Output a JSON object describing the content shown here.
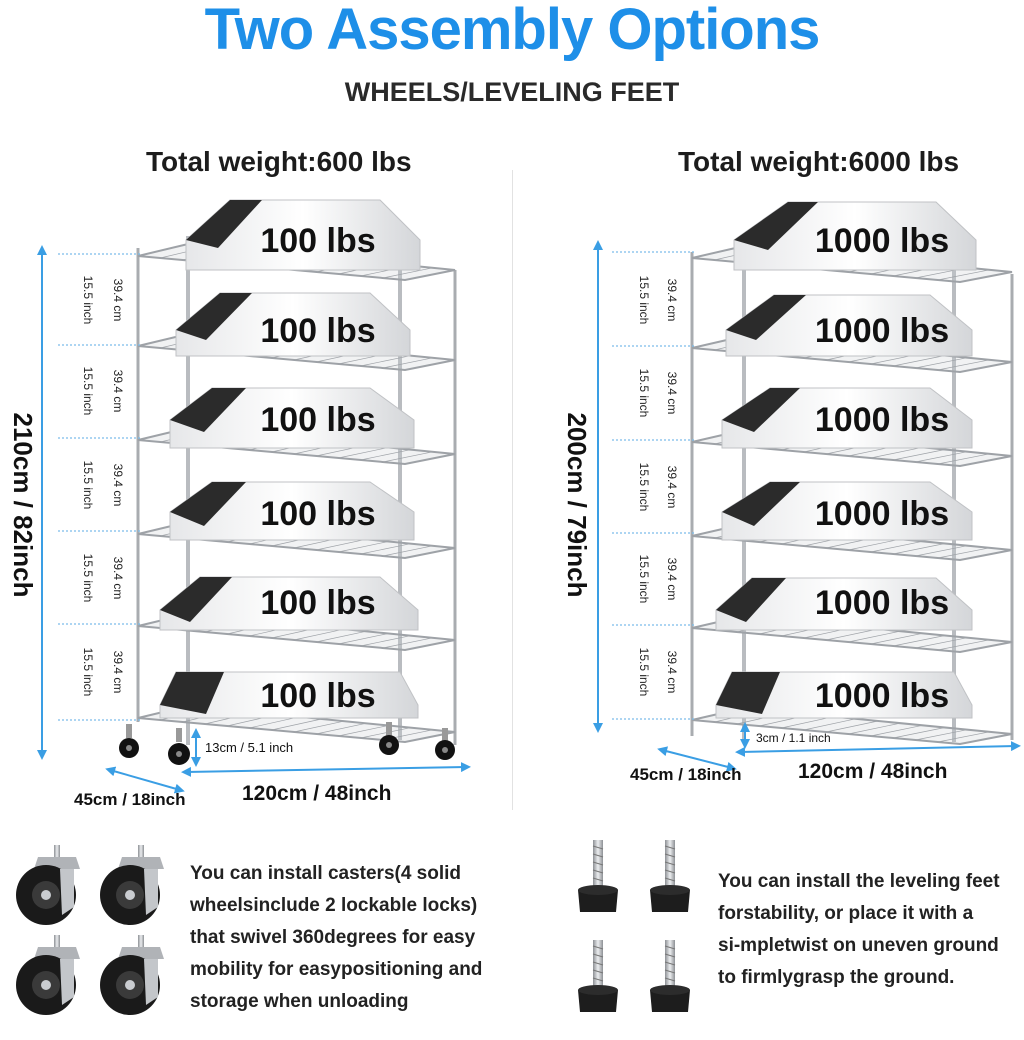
{
  "header": {
    "title": "Two Assembly Options",
    "subtitle": "WHEELS/LEVELING FEET"
  },
  "left": {
    "weight_title": "Total weight:600 lbs",
    "loads": [
      "100 lbs",
      "100 lbs",
      "100 lbs",
      "100 lbs",
      "100 lbs",
      "100 lbs"
    ],
    "height_label": "210cm / 82inch",
    "spacing_cm": "39.4 cm",
    "spacing_in": "15.5 inch",
    "clearance": "13cm / 5.1 inch",
    "depth": "45cm / 18inch",
    "width": "120cm / 48inch",
    "feature_lines": [
      "You can install casters(4 solid",
      "wheelsinclude 2 lockable locks)",
      "that swivel 360degrees for easy",
      "mobility for easypositioning and",
      "storage when unloading"
    ]
  },
  "right": {
    "weight_title": "Total weight:6000 lbs",
    "loads": [
      "1000 lbs",
      "1000 lbs",
      "1000 lbs",
      "1000 lbs",
      "1000 lbs",
      "1000 lbs"
    ],
    "height_label": "200cm / 79inch",
    "spacing_cm": "39.4 cm",
    "spacing_in": "15.5 inch",
    "clearance": "3cm / 1.1 inch",
    "depth": "45cm / 18inch",
    "width": "120cm / 48inch",
    "feature_lines": [
      "You can install the leveling feet",
      "forstability, or place it with a",
      "si-mpletwist on uneven ground",
      "to firmlygrasp the ground."
    ]
  },
  "colors": {
    "title_blue": "#1e8fe8",
    "dimension_blue": "#3a9ee4",
    "chrome": "#b9bcc0",
    "box_dark": "#2b2b2b"
  },
  "icons": [
    "caster-wheel-icon",
    "leveling-foot-icon"
  ]
}
